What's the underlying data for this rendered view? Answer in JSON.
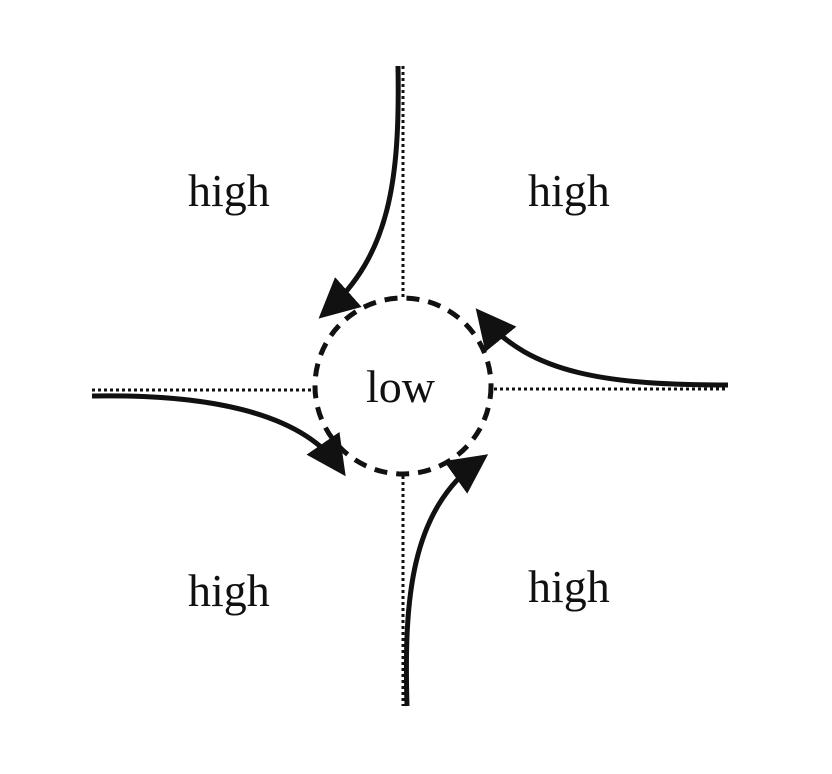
{
  "labels": {
    "top_left": "high",
    "top_right": "high",
    "bottom_left": "high",
    "bottom_right": "high",
    "center": "low"
  },
  "colors": {
    "stroke": "#111111",
    "background": "#ffffff"
  }
}
